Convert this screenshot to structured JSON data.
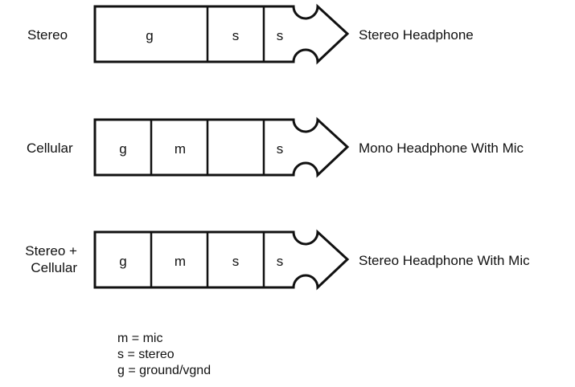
{
  "rows": [
    {
      "side_label": [
        "Stereo"
      ],
      "segments": [
        "g",
        "s",
        "s"
      ],
      "output": "Stereo Headphone"
    },
    {
      "side_label": [
        "Cellular"
      ],
      "segments": [
        "g",
        "m",
        "",
        "s"
      ],
      "output": "Mono Headphone With Mic"
    },
    {
      "side_label": [
        "Stereo +",
        "Cellular"
      ],
      "segments": [
        "g",
        "m",
        "s",
        "s"
      ],
      "output": "Stereo Headphone With Mic"
    }
  ],
  "legend": [
    "m = mic",
    "s = stereo",
    "g = ground/vgnd"
  ]
}
